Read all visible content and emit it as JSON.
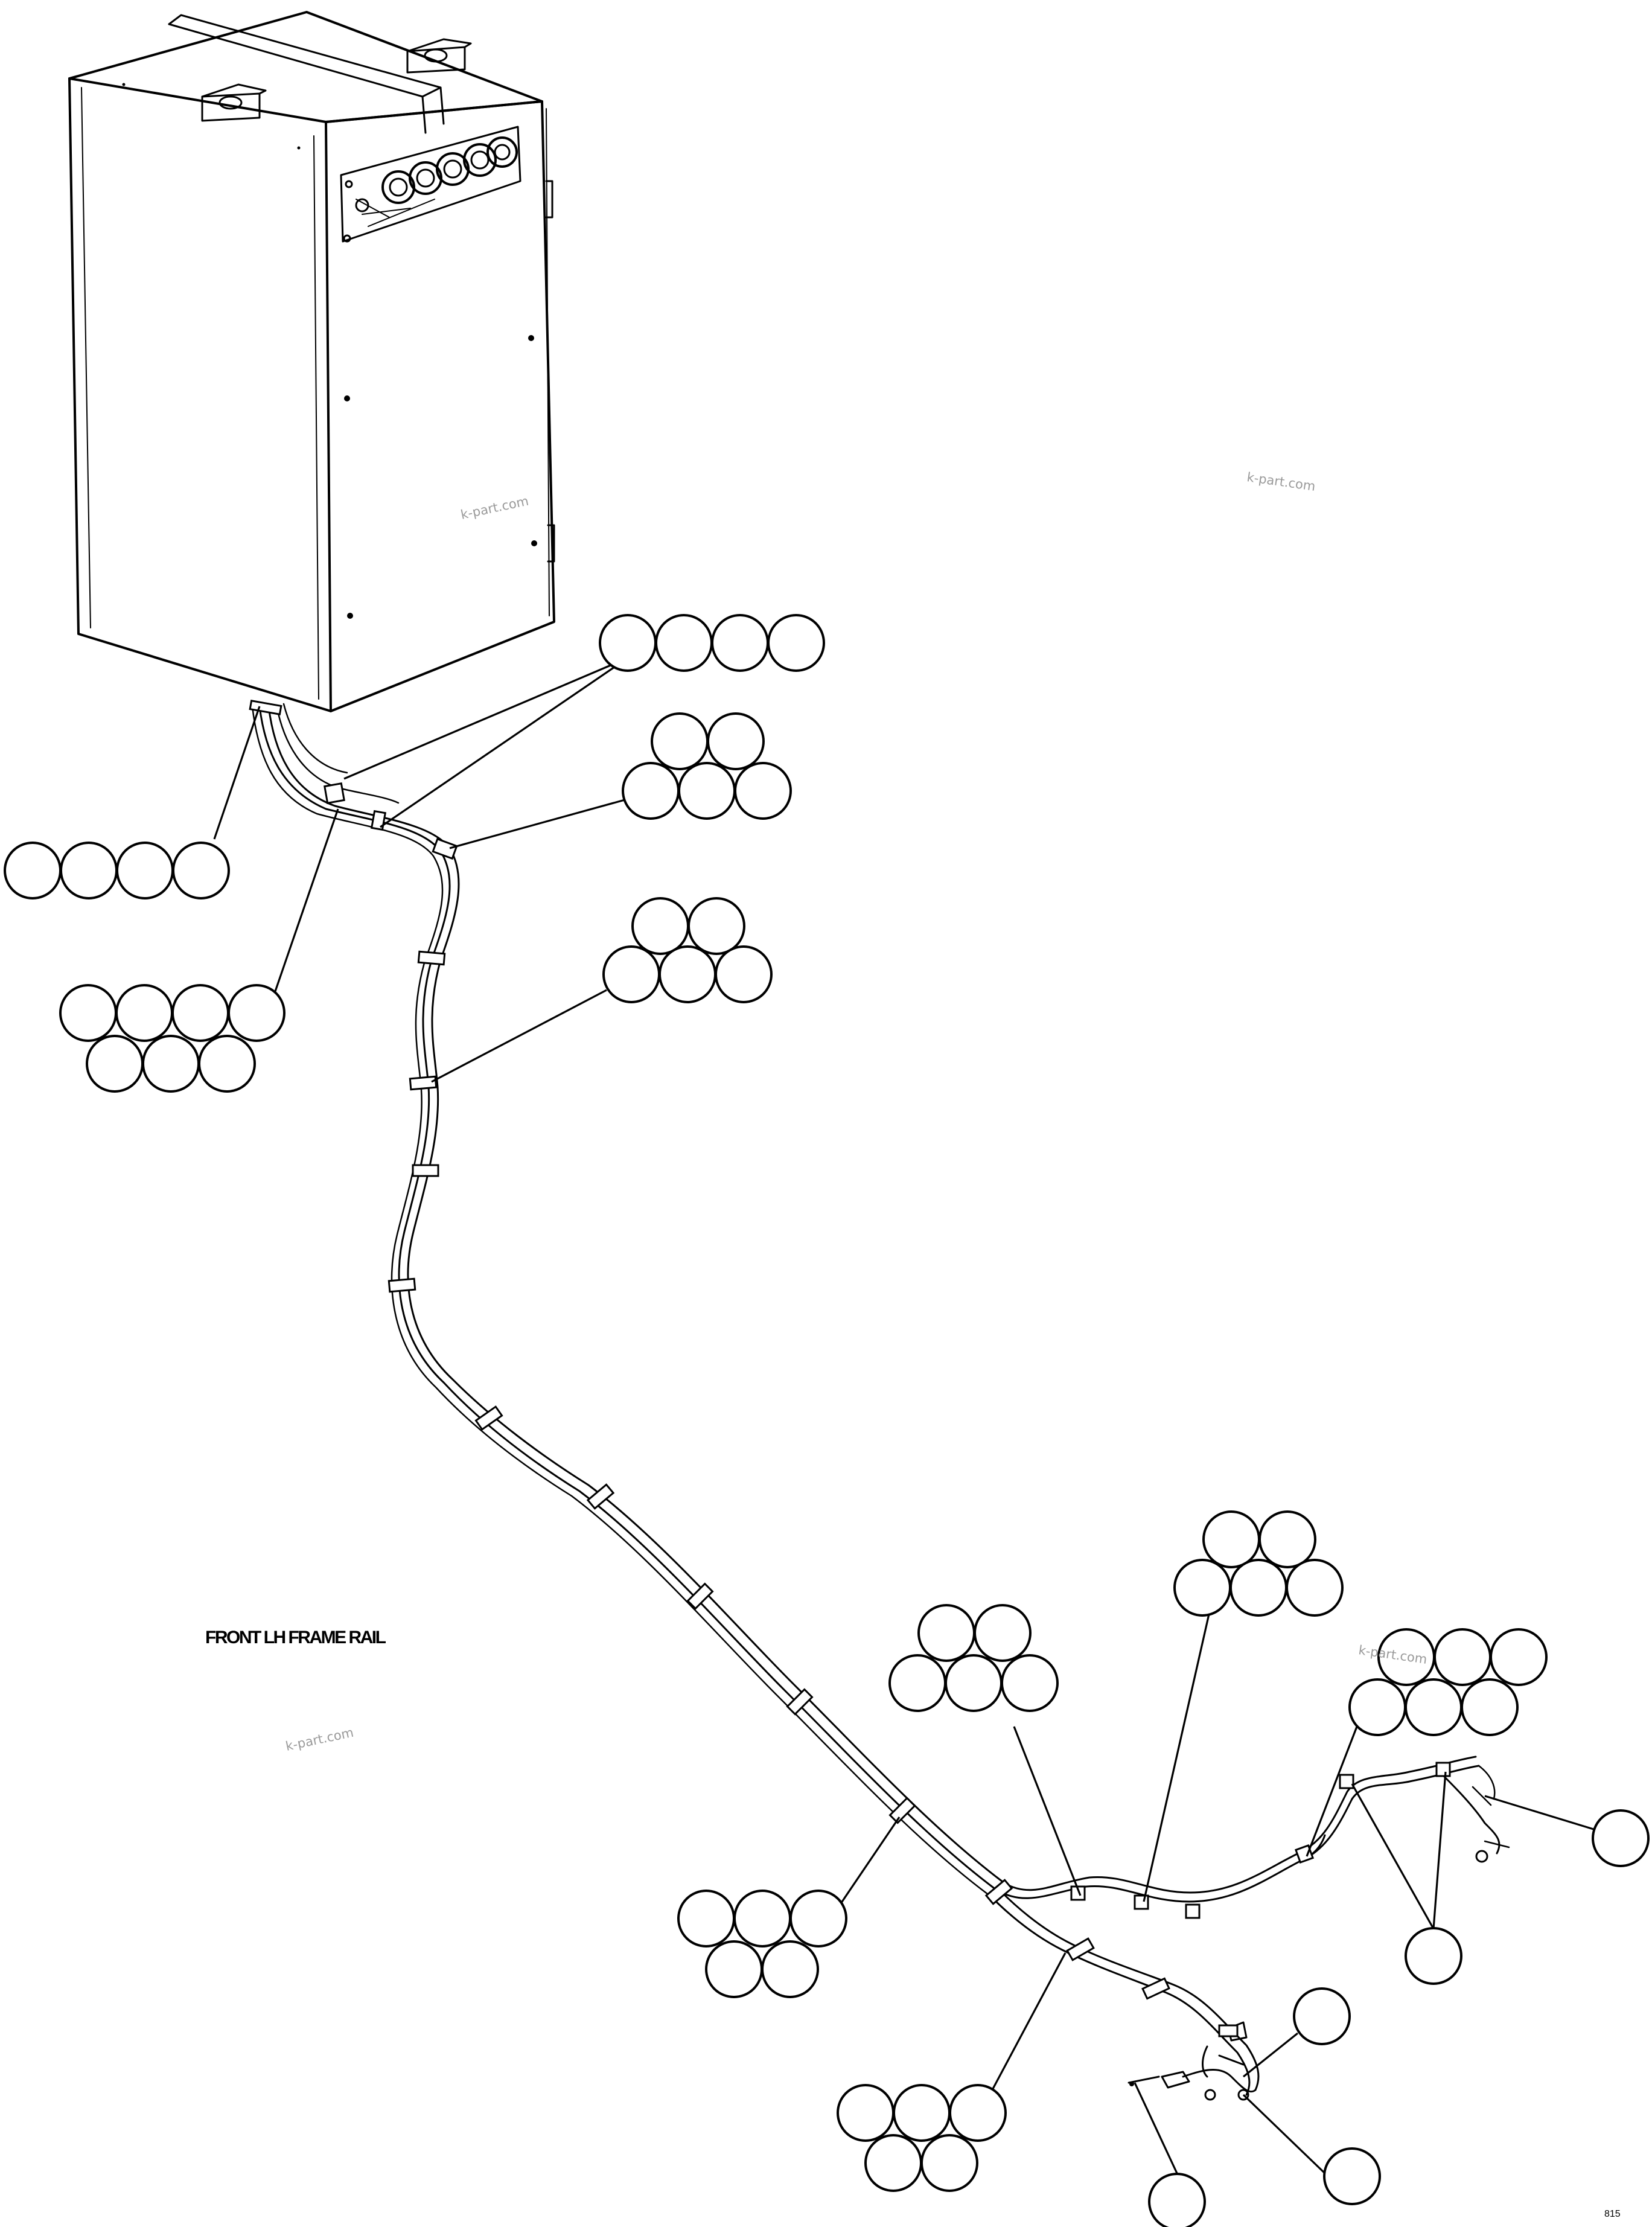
{
  "caption": "FRONT LH FRAME RAIL",
  "watermarks": [
    "k-part.com",
    "k-part.com",
    "k-part.com",
    "k-part.com"
  ],
  "figure_number": "815",
  "callout_groups": [
    {
      "id": "g-top-4",
      "count": 4
    },
    {
      "id": "g-left-4",
      "count": 4
    },
    {
      "id": "g-left-7",
      "count": 7
    },
    {
      "id": "g-upper-5",
      "count": 5
    },
    {
      "id": "g-mid-5",
      "count": 5
    },
    {
      "id": "g-lower-5",
      "count": 5
    },
    {
      "id": "g-bottom-5",
      "count": 5
    },
    {
      "id": "g-center-5",
      "count": 5
    },
    {
      "id": "g-right-5",
      "count": 5
    },
    {
      "id": "g-far-right-6",
      "count": 6
    },
    {
      "id": "single-1",
      "count": 1
    },
    {
      "id": "single-2",
      "count": 1
    },
    {
      "id": "single-3",
      "count": 1
    },
    {
      "id": "single-4",
      "count": 1
    },
    {
      "id": "single-5",
      "count": 1
    }
  ]
}
